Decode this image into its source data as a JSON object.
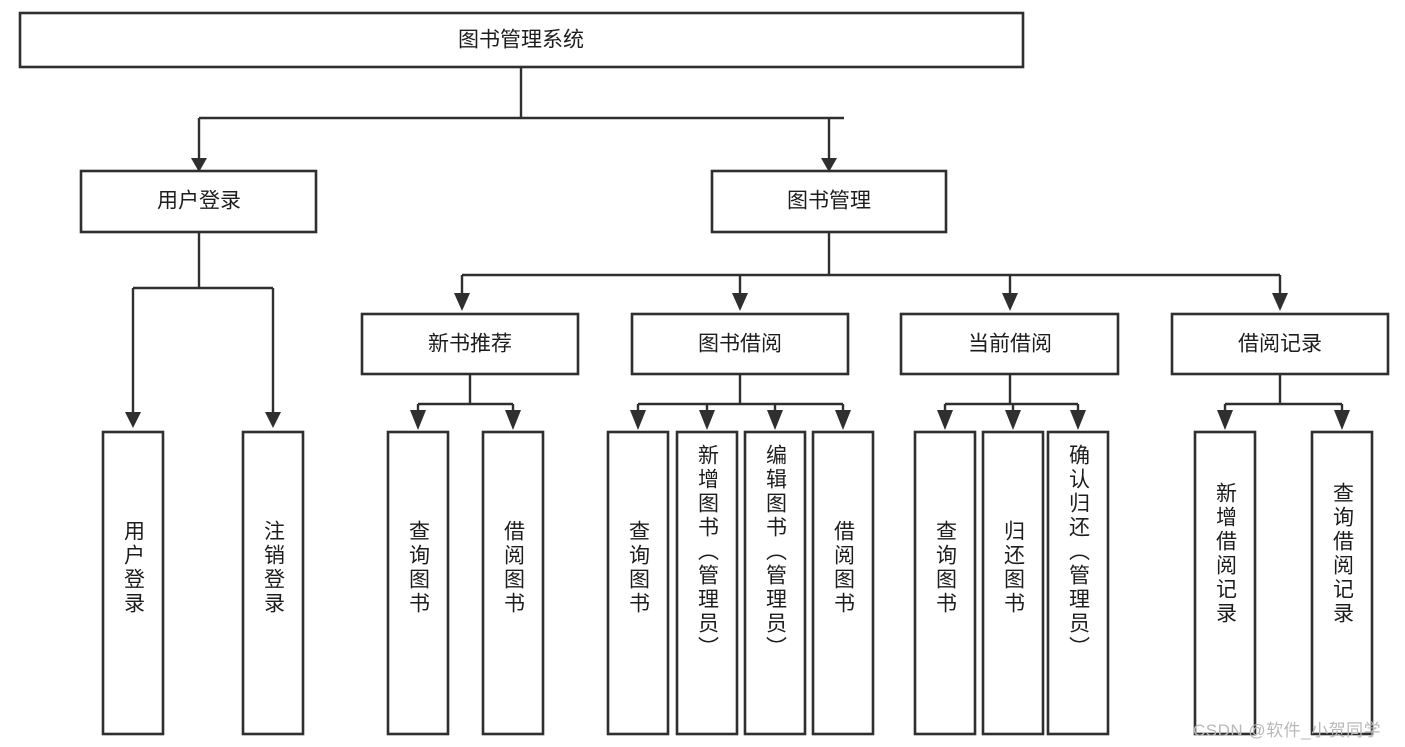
{
  "diagram": {
    "title": "图书管理系统",
    "type": "tree-hierarchy-chart",
    "root": {
      "id": "root",
      "label": "图书管理系统",
      "orientation": "horizontal"
    },
    "level2": [
      {
        "id": "user-login",
        "label": "用户登录",
        "orientation": "horizontal"
      },
      {
        "id": "book-management",
        "label": "图书管理",
        "orientation": "horizontal"
      }
    ],
    "level3": [
      {
        "id": "new-book-recommend",
        "label": "新书推荐",
        "orientation": "horizontal",
        "parent": "book-management"
      },
      {
        "id": "book-borrow",
        "label": "图书借阅",
        "orientation": "horizontal",
        "parent": "book-management"
      },
      {
        "id": "current-borrow",
        "label": "当前借阅",
        "orientation": "horizontal",
        "parent": "book-management"
      },
      {
        "id": "borrow-record",
        "label": "借阅记录",
        "orientation": "horizontal",
        "parent": "book-management"
      }
    ],
    "leaves": [
      {
        "id": "leaf-user-login",
        "label": "用户登录",
        "parent": "user-login",
        "orientation": "vertical"
      },
      {
        "id": "leaf-logout",
        "label": "注销登录",
        "parent": "user-login",
        "orientation": "vertical"
      },
      {
        "id": "leaf-query-book-1",
        "label": "查询图书",
        "parent": "new-book-recommend",
        "orientation": "vertical"
      },
      {
        "id": "leaf-borrow-book-1",
        "label": "借阅图书",
        "parent": "new-book-recommend",
        "orientation": "vertical"
      },
      {
        "id": "leaf-query-book-2",
        "label": "查询图书",
        "parent": "book-borrow",
        "orientation": "vertical"
      },
      {
        "id": "leaf-add-book",
        "label": "新增图书（管理员）",
        "parent": "book-borrow",
        "orientation": "vertical"
      },
      {
        "id": "leaf-edit-book",
        "label": "编辑图书（管理员）",
        "parent": "book-borrow",
        "orientation": "vertical"
      },
      {
        "id": "leaf-borrow-book-2",
        "label": "借阅图书",
        "parent": "book-borrow",
        "orientation": "vertical"
      },
      {
        "id": "leaf-query-book-3",
        "label": "查询图书",
        "parent": "current-borrow",
        "orientation": "vertical"
      },
      {
        "id": "leaf-return-book",
        "label": "归还图书",
        "parent": "current-borrow",
        "orientation": "vertical"
      },
      {
        "id": "leaf-confirm-return",
        "label": "确认归还（管理员）",
        "parent": "current-borrow",
        "orientation": "vertical"
      },
      {
        "id": "leaf-add-record",
        "label": "新增借阅记录",
        "parent": "borrow-record",
        "orientation": "vertical"
      },
      {
        "id": "leaf-query-record",
        "label": "查询借阅记录",
        "parent": "borrow-record",
        "orientation": "vertical"
      }
    ],
    "colors": {
      "stroke": "#2f2f2f",
      "fill": "#ffffff",
      "text": "#1d1d1d",
      "watermark": "#b9b9b9"
    }
  },
  "watermark": {
    "text": "CSDN @软件_小贺同学"
  }
}
